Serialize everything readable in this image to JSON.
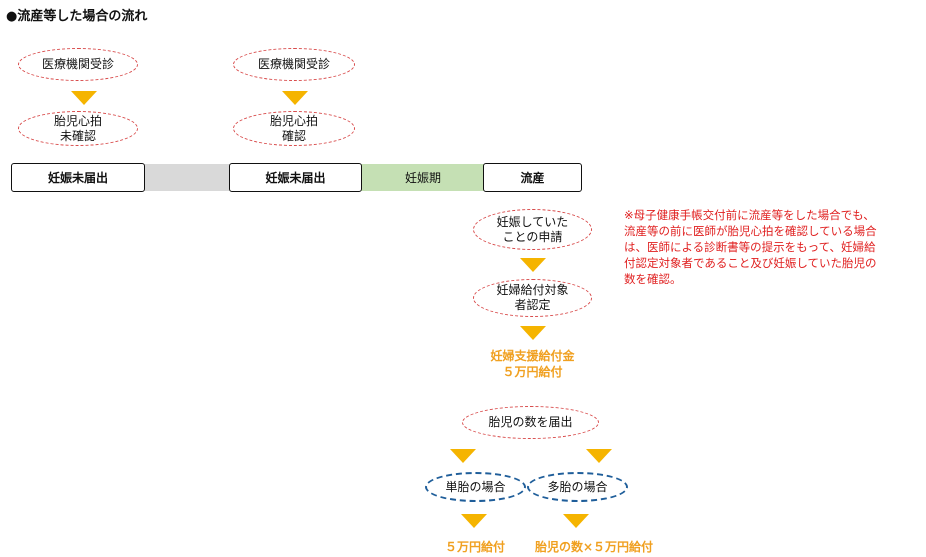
{
  "title": "●流産等した場合の流れ",
  "flow": {
    "visit_1": "医療機関受診",
    "heartbeat_unconfirmed": "胎児心拍\n未確認",
    "visit_2": "医療機関受診",
    "heartbeat_confirmed": "胎児心拍\n確認",
    "application": "妊娠していた\nことの申請",
    "certification": "妊婦給付対象\n者認定",
    "benefit": "妊婦支援給付金\n５万円給付",
    "fetus_count": "胎児の数を届出",
    "single": "単胎の場合",
    "multiple": "多胎の場合",
    "single_amount": "５万円給付",
    "multiple_amount": "胎児の数×５万円給付"
  },
  "timeline": {
    "not_notified_1": "妊娠未届出",
    "not_notified_2": "妊娠未届出",
    "pregnancy_period": "妊娠期",
    "miscarriage": "流産"
  },
  "note": "※母子健康手帳交付前に流産等をした場合でも、\n流産等の前に医師が胎児心拍を確認している場合\nは、医師による診断書等の提示をもって、妊婦給\n付認定対象者であること及び妊娠していた胎児の\n数を確認。",
  "colors": {
    "arrow": "#f5b400",
    "oval_border": "#d84a4a",
    "blue_border": "#1f5e9a",
    "gray_bar": "#d9d9d9",
    "green_bar": "#c5e0b4",
    "benefit_text": "#f0a020",
    "note_text": "#e02020"
  }
}
